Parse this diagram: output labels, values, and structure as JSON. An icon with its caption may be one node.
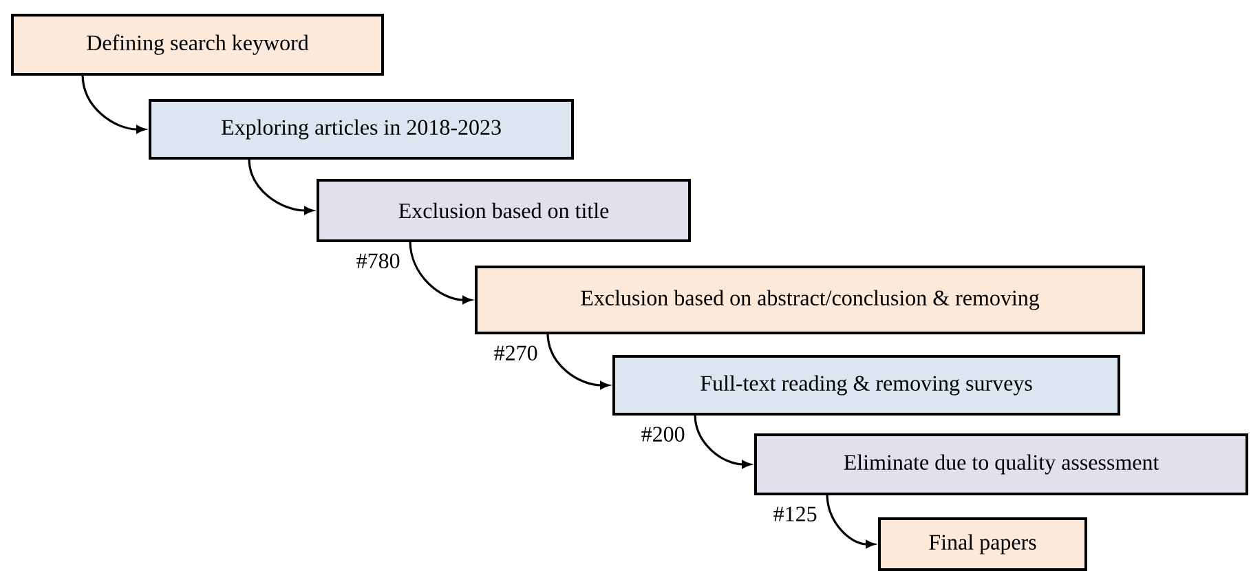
{
  "diagram": {
    "nodes": [
      {
        "text": [
          "Defining search keyword"
        ]
      },
      {
        "text": [
          "Exploring articles in 2018-2023"
        ]
      },
      {
        "text": [
          "Exclusion based on title"
        ]
      },
      {
        "text": [
          "Exclusion based on abstract/conclusion & removing"
        ]
      },
      {
        "text": [
          "Full-text reading & removing surveys"
        ]
      },
      {
        "text": [
          "Eliminate due to quality assessment"
        ]
      },
      {
        "text": [
          "Final papers"
        ]
      }
    ],
    "edges": [
      {
        "from": 0,
        "to": 1,
        "arrow": "to"
      },
      {
        "from": 1,
        "to": 2,
        "arrow": "to"
      },
      {
        "from": 2,
        "to": 3,
        "arrow": "to",
        "label": "#780"
      },
      {
        "from": 3,
        "to": 4,
        "arrow": "to",
        "label": "#270"
      },
      {
        "from": 4,
        "to": 5,
        "arrow": "to",
        "label": "#200"
      },
      {
        "from": 5,
        "to": 6,
        "arrow": "to",
        "label": "#125"
      }
    ]
  }
}
